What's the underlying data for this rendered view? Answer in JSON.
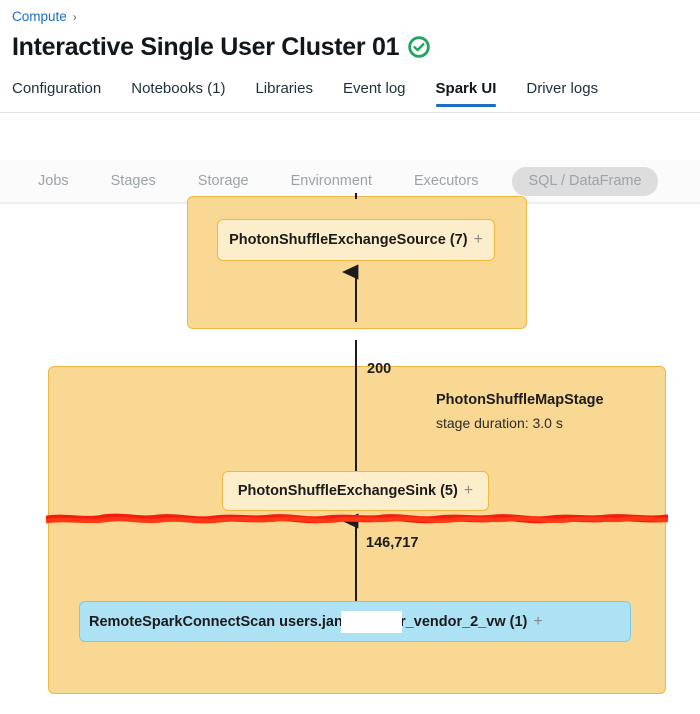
{
  "breadcrumb": {
    "parent": "Compute",
    "separator": "›"
  },
  "header": {
    "title": "Interactive Single User Cluster 01",
    "status_icon": "check-circle-icon",
    "status_color": "#21a661"
  },
  "main_tabs": [
    {
      "label": "Configuration",
      "active": false
    },
    {
      "label": "Notebooks (1)",
      "active": false
    },
    {
      "label": "Libraries",
      "active": false
    },
    {
      "label": "Event log",
      "active": false
    },
    {
      "label": "Spark UI",
      "active": true
    },
    {
      "label": "Driver logs",
      "active": false
    }
  ],
  "accent_color": "#1b6ec2",
  "spark_sub_tabs": [
    {
      "label": "Jobs",
      "selected": false
    },
    {
      "label": "Stages",
      "selected": false
    },
    {
      "label": "Storage",
      "selected": false
    },
    {
      "label": "Environment",
      "selected": false
    },
    {
      "label": "Executors",
      "selected": false
    },
    {
      "label": "SQL / DataFrame",
      "selected": true
    }
  ],
  "dag": {
    "stage_fill": "#F9D893",
    "stage_border": "#F0B840",
    "node_cream_fill": "#FDEECB",
    "node_blue_fill": "#ADE1F4",
    "annotation_color": "#f41b12",
    "stages": [
      {
        "name": "",
        "duration": ""
      },
      {
        "name": "PhotonShuffleMapStage",
        "duration": "stage duration: 3.0 s"
      }
    ],
    "nodes": [
      {
        "label": "PhotonShuffleExchangeSource (7)",
        "expand": "+"
      },
      {
        "label": "PhotonShuffleExchangeSink (5)",
        "expand": "+"
      },
      {
        "label_prefix": "RemoteSparkConnectScan users.ja",
        "label_suffix": "nd.fs_prpr_vendor_2_vw (1)",
        "expand": "+",
        "redacted": true
      }
    ],
    "edges": [
      {
        "label": "200"
      },
      {
        "label": "146,717"
      }
    ]
  }
}
